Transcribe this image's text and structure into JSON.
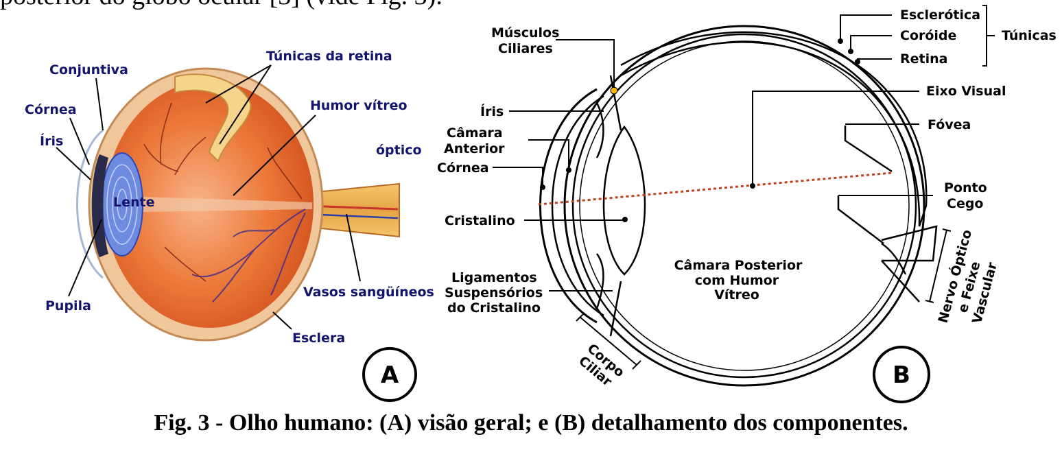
{
  "top_text": "posterior do globo ocular [3] (vide Fig. 3).",
  "caption": "Fig. 3 - Olho humano: (A) visão geral; e (B) detalhamento dos componentes.",
  "panel_a": {
    "badge": "A",
    "labels": {
      "conjuntiva": "Conjuntiva",
      "cornea": "Córnea",
      "iris": "Íris",
      "tunicas_retina": "Túnicas da retina",
      "humor_vitreo": "Humor vítreo",
      "optico": "óptico",
      "lente": "Lente",
      "pupila": "Pupila",
      "vasos": "Vasos sangüíneos",
      "esclera": "Esclera"
    }
  },
  "panel_b": {
    "badge": "B",
    "labels": {
      "musculos_1": "Músculos",
      "musculos_2": "Ciliares",
      "iris": "Íris",
      "camara_ant_1": "Câmara",
      "camara_ant_2": "Anterior",
      "cornea": "Córnea",
      "cristalino": "Cristalino",
      "ligamentos_1": "Ligamentos",
      "ligamentos_2": "Suspensórios",
      "ligamentos_3": "do Cristalino",
      "corpo_1": "Corpo",
      "corpo_2": "Ciliar",
      "camara_post_1": "Câmara Posterior",
      "camara_post_2": "com Humor",
      "camara_post_3": "Vítreo",
      "esclerotica": "Esclerótica",
      "coroide": "Coróide",
      "retina": "Retina",
      "tunicas": "Túnicas",
      "eixo_visual": "Eixo Visual",
      "fovea": "Fóvea",
      "ponto_1": "Ponto",
      "ponto_2": "Cego",
      "nervo_1": "Nervo Óptico",
      "nervo_2": "e Feixe",
      "nervo_3": "Vascular"
    }
  }
}
